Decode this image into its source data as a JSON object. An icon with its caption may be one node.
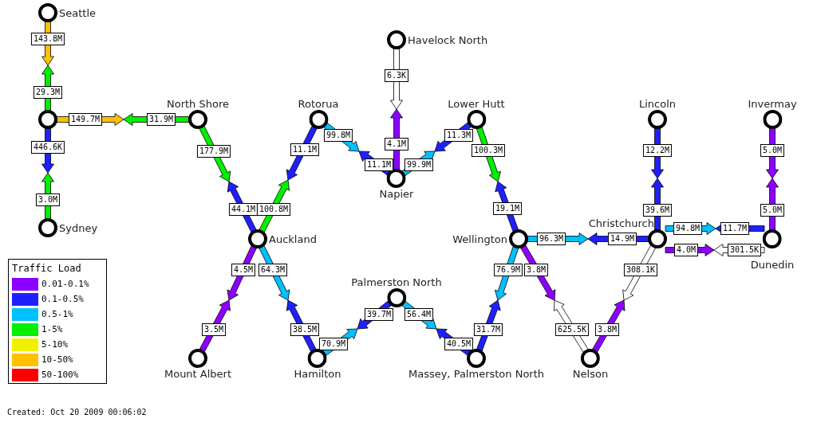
{
  "diagram": {
    "nodes": [
      {
        "text": [
          "Seattle"
        ]
      },
      {
        "text": [
          "Havelock North"
        ]
      },
      {
        "text": [],
        "shape": "circle"
      },
      {
        "text": [
          "North Shore"
        ]
      },
      {
        "text": [
          "Rotorua"
        ]
      },
      {
        "text": [
          "Lower Hutt"
        ]
      },
      {
        "text": [
          "Lincoln"
        ]
      },
      {
        "text": [
          "Invermay"
        ]
      },
      {
        "text": [
          "Napier"
        ]
      },
      {
        "text": [
          "Sydney"
        ]
      },
      {
        "text": [
          "Auckland"
        ]
      },
      {
        "text": [
          "Wellington"
        ]
      },
      {
        "text": [
          "Christchurch"
        ]
      },
      {
        "text": [
          "Dunedin"
        ]
      },
      {
        "text": [
          "Palmerston North"
        ]
      },
      {
        "text": [
          "Mount Albert"
        ]
      },
      {
        "text": [
          "Hamilton"
        ]
      },
      {
        "text": [
          "Massey, Palmerston North"
        ]
      },
      {
        "text": [
          "Nelson"
        ]
      }
    ],
    "edges": [
      {
        "from": 0,
        "to": null,
        "arrow": "to",
        "label": "143.8M",
        "color": "#ffc000"
      },
      {
        "from": 2,
        "to": null,
        "arrow": "to",
        "label": "29.3M",
        "color": "#00f000"
      },
      {
        "from": 2,
        "to": null,
        "arrow": "to",
        "label": "446.6K",
        "color": "#2020ff"
      },
      {
        "from": 9,
        "to": null,
        "arrow": "to",
        "label": "3.0M",
        "color": "#00f000"
      },
      {
        "from": 2,
        "to": null,
        "arrow": "to",
        "label": "149.7M",
        "color": "#ffc000"
      },
      {
        "from": 3,
        "to": null,
        "arrow": "to",
        "label": "31.9M",
        "color": "#00f000"
      },
      {
        "from": 3,
        "to": null,
        "arrow": "to",
        "label": "177.9M",
        "color": "#00f000"
      },
      {
        "from": 10,
        "to": null,
        "arrow": "to",
        "label": "44.1M",
        "color": "#2020ff"
      },
      {
        "from": 4,
        "to": null,
        "arrow": "to",
        "label": "11.1M",
        "color": "#2020ff"
      },
      {
        "from": 10,
        "to": null,
        "arrow": "to",
        "label": "100.8M",
        "color": "#00f000"
      },
      {
        "from": 4,
        "to": null,
        "arrow": "to",
        "label": "99.8M",
        "color": "#00c0ff"
      },
      {
        "from": 8,
        "to": null,
        "arrow": "to",
        "label": "11.1M",
        "color": "#2020ff"
      },
      {
        "from": 1,
        "to": null,
        "arrow": "to",
        "label": "6.3K",
        "color": "#ffffff"
      },
      {
        "from": 8,
        "to": null,
        "arrow": "to",
        "label": "4.1M",
        "color": "#8c00ff"
      },
      {
        "from": 8,
        "to": null,
        "arrow": "to",
        "label": "99.9M",
        "color": "#00c0ff"
      },
      {
        "from": 5,
        "to": null,
        "arrow": "to",
        "label": "11.3M",
        "color": "#2020ff"
      },
      {
        "from": 5,
        "to": null,
        "arrow": "to",
        "label": "100.3M",
        "color": "#00f000"
      },
      {
        "from": 11,
        "to": null,
        "arrow": "to",
        "label": "19.1M",
        "color": "#2020ff"
      },
      {
        "from": 11,
        "to": null,
        "arrow": "to",
        "label": "96.3M",
        "color": "#00c0ff"
      },
      {
        "from": 12,
        "to": null,
        "arrow": "to",
        "label": "14.9M",
        "color": "#2020ff"
      },
      {
        "from": 6,
        "to": null,
        "arrow": "to",
        "label": "12.2M",
        "color": "#2020ff"
      },
      {
        "from": 12,
        "to": null,
        "arrow": "to",
        "label": "39.6M",
        "color": "#2020ff"
      },
      {
        "from": 7,
        "to": null,
        "arrow": "to",
        "label": "5.0M",
        "color": "#8c00ff"
      },
      {
        "from": 13,
        "to": null,
        "arrow": "to",
        "label": "5.0M",
        "color": "#8c00ff"
      },
      {
        "from": 12,
        "to": null,
        "arrow": "to",
        "label": "94.8M",
        "color": "#00c0ff"
      },
      {
        "from": 13,
        "to": null,
        "arrow": "to",
        "label": "11.7M",
        "color": "#2020ff"
      },
      {
        "from": 12,
        "to": null,
        "arrow": "to",
        "label": "4.0M",
        "color": "#8c00ff"
      },
      {
        "from": 13,
        "to": null,
        "arrow": "to",
        "label": "301.5K",
        "color": "#ffffff"
      },
      {
        "from": 10,
        "to": null,
        "arrow": "to",
        "label": "4.5M",
        "color": "#8c00ff"
      },
      {
        "from": 15,
        "to": null,
        "arrow": "to",
        "label": "3.5M",
        "color": "#8c00ff"
      },
      {
        "from": 10,
        "to": null,
        "arrow": "to",
        "label": "64.3M",
        "color": "#00c0ff"
      },
      {
        "from": 16,
        "to": null,
        "arrow": "to",
        "label": "38.5M",
        "color": "#2020ff"
      },
      {
        "from": 16,
        "to": null,
        "arrow": "to",
        "label": "70.9M",
        "color": "#00c0ff"
      },
      {
        "from": 14,
        "to": null,
        "arrow": "to",
        "label": "39.7M",
        "color": "#2020ff"
      },
      {
        "from": 14,
        "to": null,
        "arrow": "to",
        "label": "56.4M",
        "color": "#00c0ff"
      },
      {
        "from": 17,
        "to": null,
        "arrow": "to",
        "label": "40.5M",
        "color": "#2020ff"
      },
      {
        "from": 11,
        "to": null,
        "arrow": "to",
        "label": "76.9M",
        "color": "#00c0ff"
      },
      {
        "from": 17,
        "to": null,
        "arrow": "to",
        "label": "31.7M",
        "color": "#2020ff"
      },
      {
        "from": 11,
        "to": null,
        "arrow": "to",
        "label": "3.8M",
        "color": "#8c00ff"
      },
      {
        "from": 18,
        "to": null,
        "arrow": "to",
        "label": "625.5K",
        "color": "#ffffff"
      },
      {
        "from": 12,
        "to": null,
        "arrow": "to",
        "label": "308.1K",
        "color": "#ffffff"
      },
      {
        "from": 18,
        "to": null,
        "arrow": "to",
        "label": "3.8M",
        "color": "#8c00ff"
      }
    ],
    "labels": [
      "Traffic Load",
      "Created: Oct 20 2009 00:06:02"
    ],
    "legend": [
      {
        "text": "0.01-0.1%",
        "color": "#8c00ff"
      },
      {
        "text": "0.1-0.5%",
        "color": "#2020ff"
      },
      {
        "text": "0.5-1%",
        "color": "#00c0ff"
      },
      {
        "text": "1-5%",
        "color": "#00f000"
      },
      {
        "text": "5-10%",
        "color": "#f0f000"
      },
      {
        "text": "10-50%",
        "color": "#ffc000"
      },
      {
        "text": "50-100%",
        "color": "#ff0000"
      }
    ]
  }
}
